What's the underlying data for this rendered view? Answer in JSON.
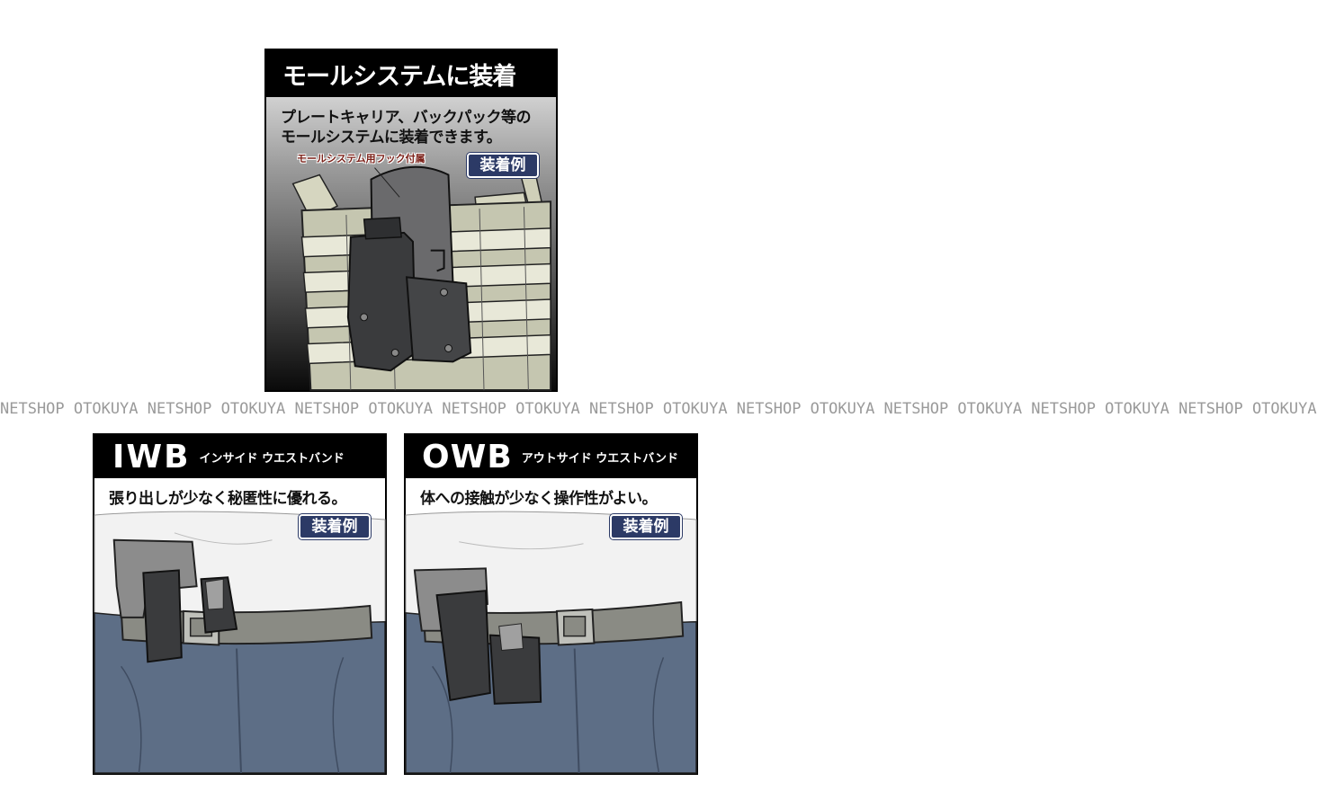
{
  "molle": {
    "title": "モールシステムに装着",
    "desc_line1": "プレートキャリア、バックパック等の",
    "desc_line2": "モールシステムに装着できます。",
    "callout": "モールシステム用フック付属",
    "badge": "装着例"
  },
  "watermark": "NETSHOP OTOKUYA NETSHOP OTOKUYA NETSHOP OTOKUYA NETSHOP OTOKUYA NETSHOP OTOKUYA NETSHOP OTOKUYA NETSHOP OTOKUYA NETSHOP OTOKUYA NETSHOP OTOKUYA",
  "iwb": {
    "title": "IWB",
    "subtitle": "インサイド ウエストバンド",
    "desc": "張り出しが少なく秘匿性に優れる。",
    "badge": "装着例"
  },
  "owb": {
    "title": "OWB",
    "subtitle": "アウトサイド ウエストバンド",
    "desc": "体への接触が少なく操作性がよい。",
    "badge": "装着例"
  },
  "colors": {
    "title_bar": "#000000",
    "badge_bg": "#2c3a66",
    "callout_text": "#7a1e16",
    "watermark": "#9a9a9a",
    "jeans": "#5d6e86",
    "shirt": "#f2f2f2",
    "belt": "#8a8b84",
    "molle_panel": "#c5c6b0",
    "holster": "#3a3b3d"
  },
  "icons": [
    "vest-illustration",
    "holster-illustration",
    "belt-illustration",
    "pistol-illustration",
    "magazine-pouch-illustration"
  ]
}
